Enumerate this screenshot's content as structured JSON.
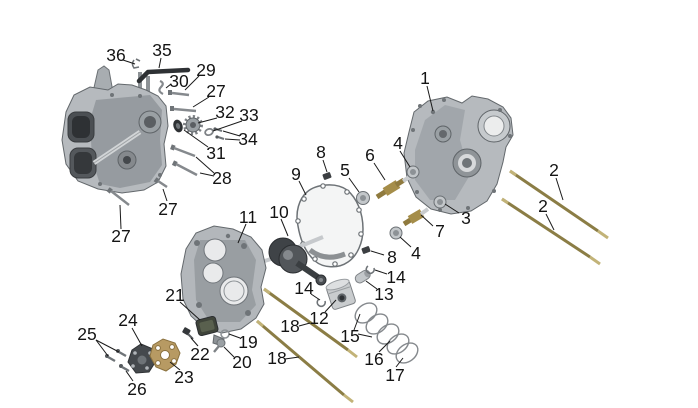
{
  "figure": {
    "type": "exploded-parts-diagram",
    "subject": "engine-crankcase-assembly",
    "background_color": "#ffffff",
    "label_color": "#141414",
    "leader_color": "#1a1a1a",
    "colors": {
      "aluminum": "#b6babe",
      "aluminum_shade": "#8f9498",
      "dark_metal": "#3f4347",
      "stud_olive": "#8b7d45",
      "stud_tip": "#c2b378",
      "brass": "#a58d49",
      "gasket_tan": "#b79a63",
      "steel": "#c6c9cc"
    },
    "parts": [
      {
        "name": "left-crankcase-outer"
      },
      {
        "name": "shift-rod"
      },
      {
        "name": "clip"
      },
      {
        "name": "spring-hook"
      },
      {
        "name": "bolts"
      },
      {
        "name": "oil-seal"
      },
      {
        "name": "sprocket"
      },
      {
        "name": "washer"
      },
      {
        "name": "right-crankcase-half"
      },
      {
        "name": "crankcase-studs"
      },
      {
        "name": "case-gasket"
      },
      {
        "name": "tensioner-shafts"
      },
      {
        "name": "hex-nuts"
      },
      {
        "name": "crankshaft"
      },
      {
        "name": "inner-crankcase-half"
      },
      {
        "name": "oil-screen"
      },
      {
        "name": "oil-pump"
      },
      {
        "name": "pump-gasket"
      },
      {
        "name": "piston"
      },
      {
        "name": "piston-pin"
      },
      {
        "name": "circlips"
      },
      {
        "name": "piston-rings"
      },
      {
        "name": "cylinder-studs"
      },
      {
        "name": "o-ring"
      },
      {
        "name": "drain-bolt"
      }
    ],
    "callouts": [
      {
        "id": "c1",
        "label": "1"
      },
      {
        "id": "c2a",
        "label": "2"
      },
      {
        "id": "c2b",
        "label": "2"
      },
      {
        "id": "c3",
        "label": "3"
      },
      {
        "id": "c4a",
        "label": "4"
      },
      {
        "id": "c4b",
        "label": "4"
      },
      {
        "id": "c5",
        "label": "5"
      },
      {
        "id": "c6",
        "label": "6"
      },
      {
        "id": "c7",
        "label": "7"
      },
      {
        "id": "c8a",
        "label": "8"
      },
      {
        "id": "c8b",
        "label": "8"
      },
      {
        "id": "c9",
        "label": "9"
      },
      {
        "id": "c10",
        "label": "10"
      },
      {
        "id": "c11",
        "label": "11"
      },
      {
        "id": "c12",
        "label": "12"
      },
      {
        "id": "c13",
        "label": "13"
      },
      {
        "id": "c14a",
        "label": "14"
      },
      {
        "id": "c14b",
        "label": "14"
      },
      {
        "id": "c15",
        "label": "15"
      },
      {
        "id": "c16",
        "label": "16"
      },
      {
        "id": "c17",
        "label": "17"
      },
      {
        "id": "c18a",
        "label": "18"
      },
      {
        "id": "c18b",
        "label": "18"
      },
      {
        "id": "c19",
        "label": "19"
      },
      {
        "id": "c20",
        "label": "20"
      },
      {
        "id": "c21",
        "label": "21"
      },
      {
        "id": "c22",
        "label": "22"
      },
      {
        "id": "c23",
        "label": "23"
      },
      {
        "id": "c24",
        "label": "24"
      },
      {
        "id": "c25",
        "label": "25"
      },
      {
        "id": "c26",
        "label": "26"
      },
      {
        "id": "c27a",
        "label": "27"
      },
      {
        "id": "c27b",
        "label": "27"
      },
      {
        "id": "c27c",
        "label": "27"
      },
      {
        "id": "c28",
        "label": "28"
      },
      {
        "id": "c29",
        "label": "29"
      },
      {
        "id": "c30",
        "label": "30"
      },
      {
        "id": "c31",
        "label": "31"
      },
      {
        "id": "c32",
        "label": "32"
      },
      {
        "id": "c33",
        "label": "33"
      },
      {
        "id": "c34",
        "label": "34"
      },
      {
        "id": "c35",
        "label": "35"
      },
      {
        "id": "c36",
        "label": "36"
      }
    ]
  }
}
